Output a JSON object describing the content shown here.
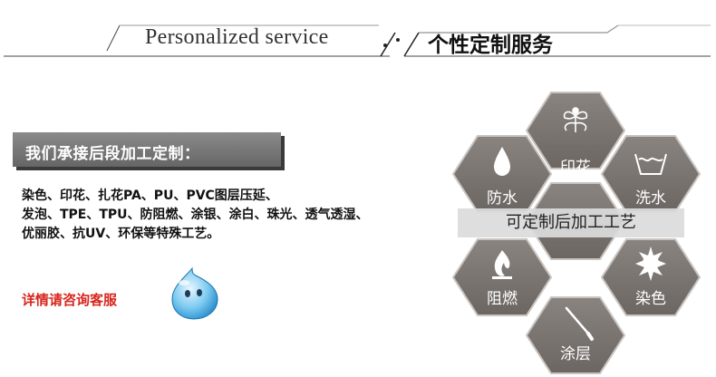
{
  "header": {
    "english_title": "Personalized service",
    "chinese_title": "个性定制服务"
  },
  "banner": {
    "title": "我们承接后段加工定制："
  },
  "description": {
    "lines": [
      "染色、印花、扎花PA、PU、PVC图层压延、",
      "发泡、TPE、TPU、防阻燃、涂银、涂白、珠光、透气透湿、",
      "优丽胶、抗UV、环保等特殊工艺。"
    ]
  },
  "contact": {
    "label": "详情请咨询客服"
  },
  "process_hexagons": {
    "center_caption": "可定制后加工工艺",
    "items": [
      {
        "label": "印花",
        "icon": "flower-icon"
      },
      {
        "label": "防水",
        "icon": "water-drop-icon"
      },
      {
        "label": "洗水",
        "icon": "wash-basin-icon"
      },
      {
        "label": "阻燃",
        "icon": "flame-icon"
      },
      {
        "label": "染色",
        "icon": "paint-splash-icon"
      },
      {
        "label": "涂层",
        "icon": "brush-icon"
      }
    ]
  },
  "colors": {
    "hex_fill": "#7b7572",
    "banner_fill": "#7a7a7a",
    "contact_red": "#d8261d"
  }
}
